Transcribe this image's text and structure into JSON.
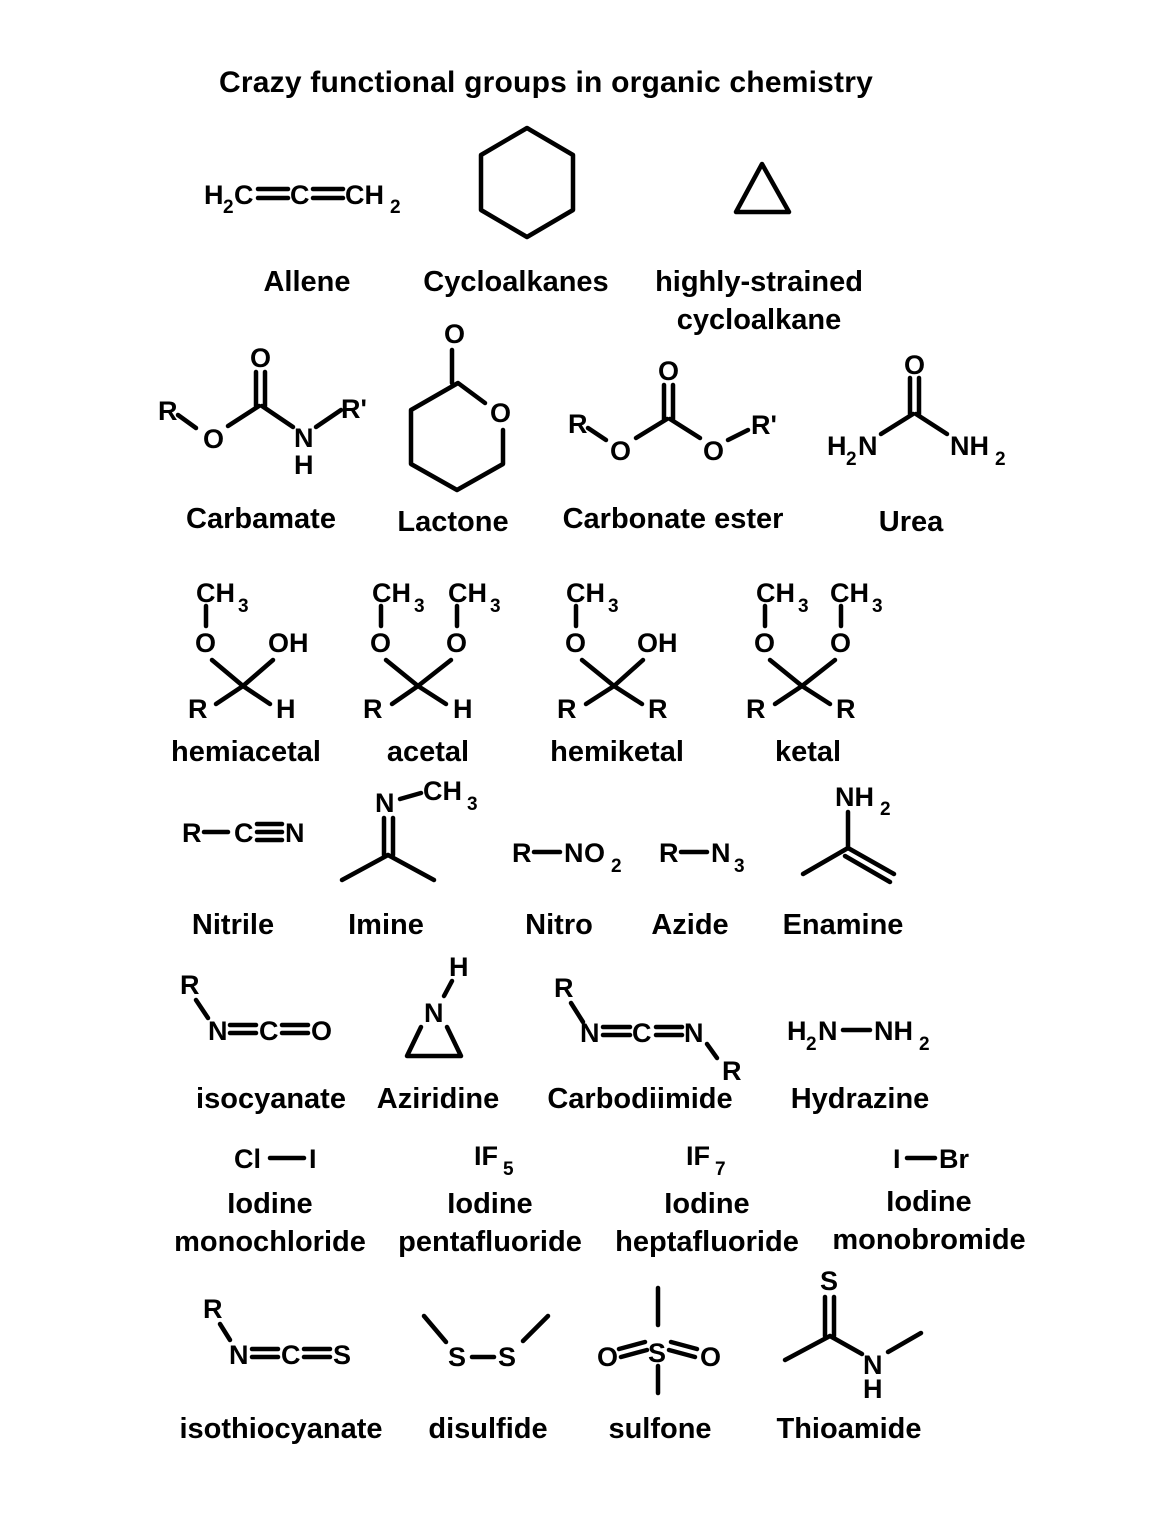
{
  "title": "Crazy functional groups in organic chemistry",
  "rows": [
    {
      "groups": [
        {
          "name": "Allene",
          "formula": "H2C=C=CH2"
        },
        {
          "name": "Cycloalkanes",
          "formula": "cyclohexane ring"
        },
        {
          "name_line1": "highly-strained",
          "name_line2": "cycloalkane",
          "formula": "cyclopropane ring"
        }
      ]
    },
    {
      "groups": [
        {
          "name": "Carbamate",
          "formula": "R-O-C(=O)-NH-R'"
        },
        {
          "name": "Lactone",
          "formula": "cyclic ester"
        },
        {
          "name": "Carbonate ester",
          "formula": "R-O-C(=O)-O-R'"
        },
        {
          "name": "Urea",
          "formula": "H2N-C(=O)-NH2"
        }
      ]
    },
    {
      "groups": [
        {
          "name": "hemiacetal",
          "formula": "R-CH(OCH3)(OH)"
        },
        {
          "name": "acetal",
          "formula": "R-CH(OCH3)2"
        },
        {
          "name": "hemiketal",
          "formula": "R2C(OCH3)(OH)"
        },
        {
          "name": "ketal",
          "formula": "R2C(OCH3)2"
        }
      ]
    },
    {
      "groups": [
        {
          "name": "Nitrile",
          "formula": "R-C≡N"
        },
        {
          "name": "Imine",
          "formula": "(CH3)2C=N-CH3"
        },
        {
          "name": "Nitro",
          "formula": "R-NO2"
        },
        {
          "name": "Azide",
          "formula": "R-N3"
        },
        {
          "name": "Enamine",
          "formula": "CH2=C(CH3)-NH2"
        }
      ]
    },
    {
      "groups": [
        {
          "name": "isocyanate",
          "formula": "R-N=C=O"
        },
        {
          "name": "Aziridine",
          "formula": "NH ring"
        },
        {
          "name": "Carbodiimide",
          "formula": "R-N=C=N-R"
        },
        {
          "name": "Hydrazine",
          "formula": "H2N-NH2"
        }
      ]
    },
    {
      "groups": [
        {
          "name_line1": "Iodine",
          "name_line2": "monochloride",
          "formula": "Cl—I"
        },
        {
          "name_line1": "Iodine",
          "name_line2": "pentafluoride",
          "formula": "IF5"
        },
        {
          "name_line1": "Iodine",
          "name_line2": "heptafluoride",
          "formula": "IF7"
        },
        {
          "name_line1": "Iodine",
          "name_line2": "monobromide",
          "formula": "I—Br"
        }
      ]
    },
    {
      "groups": [
        {
          "name": "isothiocyanate",
          "formula": "R-N=C=S"
        },
        {
          "name": "disulfide",
          "formula": "R-S-S-R"
        },
        {
          "name": "sulfone",
          "formula": "R-S(=O)2-R"
        },
        {
          "name": "Thioamide",
          "formula": "CH3-C(=S)-NH-CH3"
        }
      ]
    }
  ],
  "atoms": {
    "H": "H",
    "C": "C",
    "N": "N",
    "O": "O",
    "R": "R",
    "Rp": "R'",
    "S": "S",
    "OH": "OH",
    "CH": "CH",
    "NH": "NH",
    "Cl": "Cl",
    "I": "I",
    "Br": "Br",
    "IF": "IF",
    "two": "2",
    "three": "3",
    "five": "5",
    "seven": "7"
  }
}
